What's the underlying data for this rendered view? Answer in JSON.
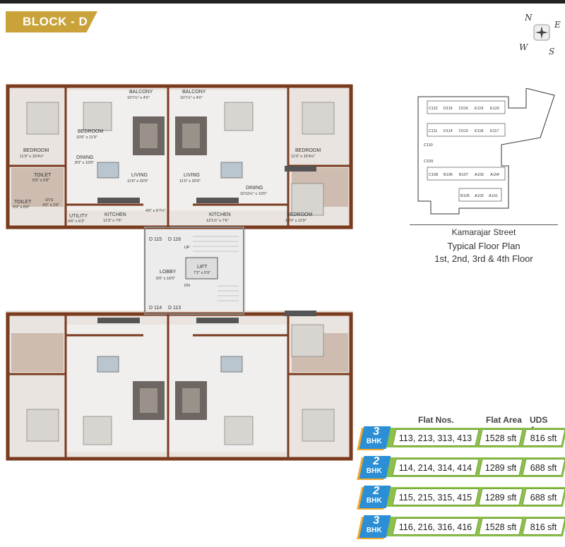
{
  "block_title": "BLOCK - D",
  "compass": {
    "n": "N",
    "e": "E",
    "w": "W",
    "s": "S"
  },
  "plan_labels": {
    "balcony_tl": "BALCONY",
    "balcony_tl_dim": "10'7½\" x 4'0\"",
    "balcony_tr": "BALCONY",
    "balcony_tr_dim": "10'7½\" x 4'0\"",
    "bedroom": "BEDROOM",
    "bedroom_dim_a": "10'6\" x 11'9\"",
    "bedroom_big": "BEDROOM",
    "bedroom_big_dim": "11'0\" x 15'4½\"",
    "bedroom_right": "BEDROOM",
    "bedroom_right_dim": "11'0\" x 15'4½\"",
    "dining": "DINING",
    "dining_dim": "8'0\" x 10'6\"",
    "dining_r": "DINING",
    "dining_r_dim": "10'10½\" x 10'0\"",
    "living": "LIVING",
    "living_dim": "11'0\" x 20'0\"",
    "living_r": "LIVING",
    "living_r_dim": "11'0\" x 20'0\"",
    "toilet": "TOILET",
    "toilet_dim": "5'6\" x 5'8\"",
    "toilet2": "TOILET",
    "toilet2_dim": "5'0\" x 8'0\"",
    "ots": "OTS",
    "ots_dim": "4'0\" x 2'6\"",
    "utility": "UTILITY",
    "utility_dim": "4'6\" x 6'3\"",
    "kitchen": "KITCHEN",
    "kitchen_dim": "11'3\" x 7'6\"",
    "kitchen_r": "KITCHEN",
    "kitchen_r_dim": "12'1½\" x 7'6\"",
    "bedroom_r2": "BEDROOM",
    "bedroom_r2_dim": "10'9\" x 11'9\"",
    "lobby": "LOBBY",
    "lobby_dim": "9'0\" x 16'6\"",
    "lift": "LIFT",
    "lift_dim": "7'2\" x 5'9\"",
    "up": "UP",
    "dn": "DN",
    "d115": "D 115",
    "d116": "D 116",
    "d114": "D 114",
    "d113": "D 113",
    "passage_dim": "4'6\" x 6'7½\""
  },
  "key_plan": {
    "units_top": [
      "C112",
      "D115",
      "D116",
      "E119",
      "E120"
    ],
    "units_mid": [
      "C111",
      "D114",
      "D113",
      "E118",
      "E117"
    ],
    "unit_c110": "C110",
    "unit_c109": "C109",
    "units_low": [
      "C108",
      "B106",
      "B107",
      "A103",
      "A104"
    ],
    "units_bot": [
      "B105",
      "A102",
      "A101"
    ]
  },
  "street": "Kamarajar Street",
  "plan_title_1": "Typical Floor Plan",
  "plan_title_2": "1st, 2nd, 3rd & 4th Floor",
  "table": {
    "headers": {
      "flat_nos": "Flat Nos.",
      "flat_area": "Flat Area",
      "uds_area": "UDS Area"
    },
    "rows": [
      {
        "bhk_num": "3",
        "bhk": "BHK",
        "flats": "113, 213, 313, 413",
        "area": "1528 sft",
        "uds": "816 sft"
      },
      {
        "bhk_num": "2",
        "bhk": "BHK",
        "flats": "114, 214, 314, 414",
        "area": "1289 sft",
        "uds": "688 sft"
      },
      {
        "bhk_num": "2",
        "bhk": "BHK",
        "flats": "115, 215, 315, 415",
        "area": "1289 sft",
        "uds": "688 sft"
      },
      {
        "bhk_num": "3",
        "bhk": "BHK",
        "flats": "116, 216, 316, 416",
        "area": "1528 sft",
        "uds": "816 sft"
      }
    ]
  },
  "colors": {
    "wall": "#7a3b1f",
    "tag": "#c9a23a",
    "badge": "#2c8fd6",
    "strip": "#8cc04a"
  }
}
